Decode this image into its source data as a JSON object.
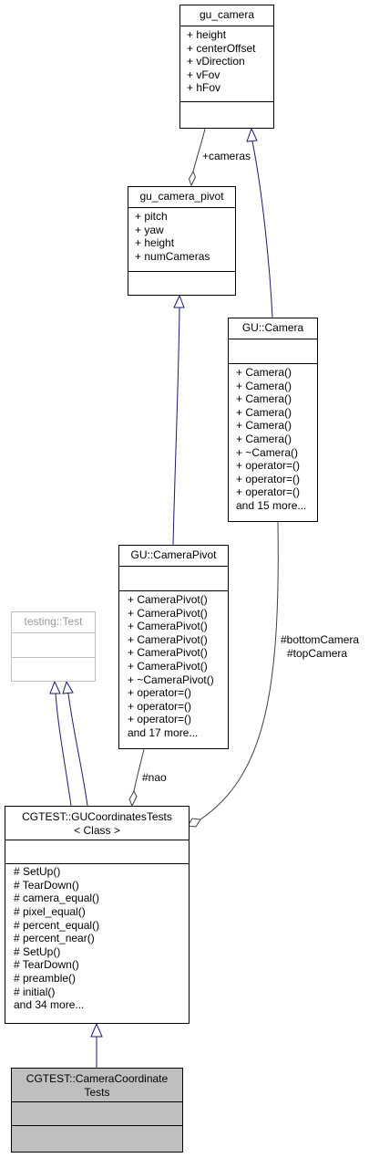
{
  "classes": {
    "gu_camera": {
      "name": "gu_camera",
      "attributes": [
        "+ height",
        "+ centerOffset",
        "+ vDirection",
        "+ vFov",
        "+ hFov"
      ],
      "operations": []
    },
    "gu_camera_pivot": {
      "name": "gu_camera_pivot",
      "attributes": [
        "+ pitch",
        "+ yaw",
        "+ height",
        "+ numCameras"
      ],
      "operations": []
    },
    "gu_camera_cls": {
      "name": "GU::Camera",
      "attributes": [],
      "operations": [
        "+ Camera()",
        "+ Camera()",
        "+ Camera()",
        "+ Camera()",
        "+ Camera()",
        "+ Camera()",
        "+ ~Camera()",
        "+ operator=()",
        "+ operator=()",
        "+ operator=()",
        "and 15 more..."
      ]
    },
    "testing_test": {
      "name": "testing::Test",
      "attributes": [],
      "operations": []
    },
    "gu_camerapivot_cls": {
      "name": "GU::CameraPivot",
      "attributes": [],
      "operations": [
        "+ CameraPivot()",
        "+ CameraPivot()",
        "+ CameraPivot()",
        "+ CameraPivot()",
        "+ CameraPivot()",
        "+ CameraPivot()",
        "+ ~CameraPivot()",
        "+ operator=()",
        "+ operator=()",
        "+ operator=()",
        "and 17 more..."
      ]
    },
    "gucoordinatestests": {
      "name_line1": "CGTEST::GUCoordinatesTests",
      "name_line2": "< Class >",
      "attributes": [],
      "operations": [
        "# SetUp()",
        "# TearDown()",
        "# camera_equal()",
        "# pixel_equal()",
        "# percent_equal()",
        "# percent_near()",
        "# SetUp()",
        "# TearDown()",
        "# preamble()",
        "# initial()",
        "and 34 more..."
      ]
    },
    "cameracoordinatetests": {
      "name_line1": "CGTEST::CameraCoordinate",
      "name_line2": "Tests",
      "attributes": [],
      "operations": []
    }
  },
  "edge_labels": {
    "cameras": "+cameras",
    "nao": "#nao",
    "bottom_camera": "#bottomCamera",
    "top_camera": "#topCamera"
  },
  "colors": {
    "inheritance_edge": "#191970",
    "association_edge": "#404040",
    "focus_fill": "#bfbfbf",
    "external_border": "#bfbfbf"
  }
}
